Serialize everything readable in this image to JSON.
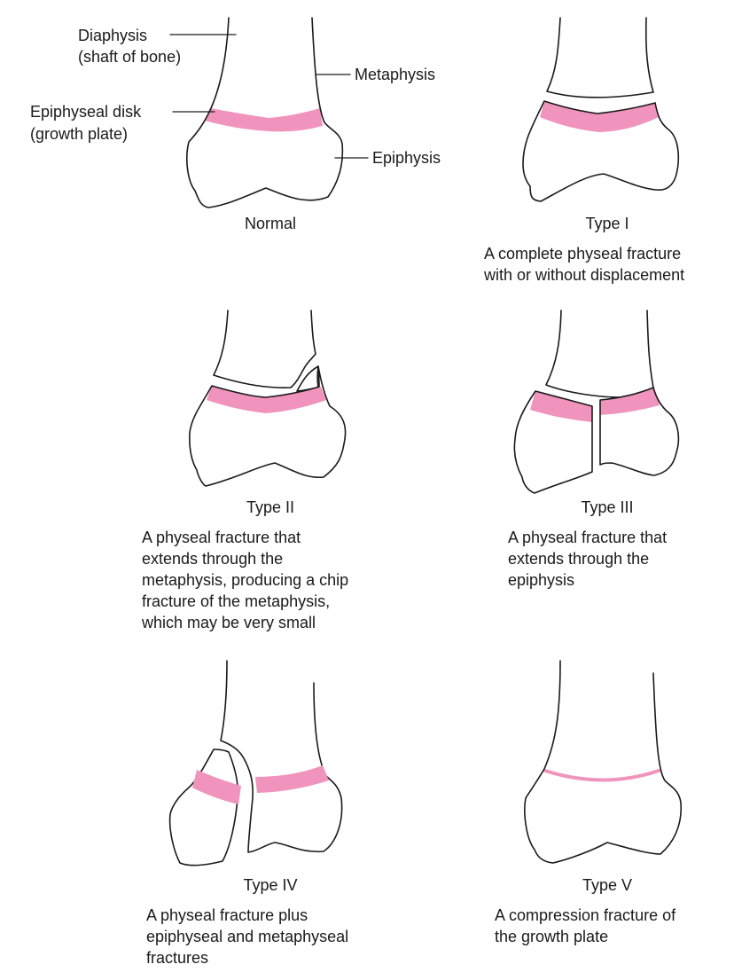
{
  "colors": {
    "outline": "#1a1a1a",
    "growth_plate": "#f094bd",
    "background": "#ffffff"
  },
  "labels": {
    "diaphysis_line1": "Diaphysis",
    "diaphysis_line2": "(shaft of bone)",
    "metaphysis": "Metaphysis",
    "epiphyseal_disk_line1": "Epiphyseal disk",
    "epiphyseal_disk_line2": "(growth plate)",
    "epiphysis": "Epiphysis"
  },
  "panels": [
    {
      "id": "normal",
      "caption": "Normal",
      "description": []
    },
    {
      "id": "type-1",
      "caption": "Type I",
      "description": [
        "A complete physeal fracture",
        "with or without displacement"
      ]
    },
    {
      "id": "type-2",
      "caption": "Type II",
      "description": [
        "A physeal fracture that",
        "extends through the",
        "metaphysis, producing a chip",
        "fracture of the metaphysis,",
        "which may be very small"
      ]
    },
    {
      "id": "type-3",
      "caption": "Type III",
      "description": [
        "A physeal fracture that",
        "extends through the",
        "epiphysis"
      ]
    },
    {
      "id": "type-4",
      "caption": "Type IV",
      "description": [
        "A physeal fracture plus",
        "epiphyseal and metaphyseal",
        "fractures"
      ]
    },
    {
      "id": "type-5",
      "caption": "Type V",
      "description": [
        "A compression fracture of",
        "the growth plate"
      ]
    }
  ]
}
